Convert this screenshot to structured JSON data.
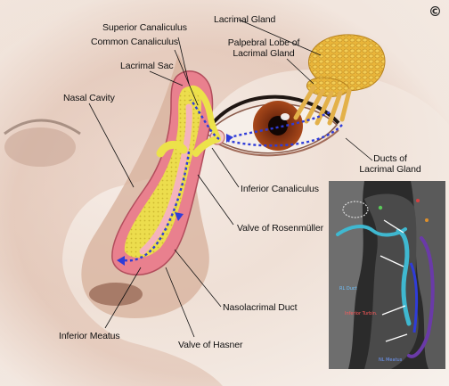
{
  "copyright": "©",
  "labels": {
    "lacrimal_gland": "Lacrimal Gland",
    "superior_canaliculus": "Superior Canaliculus",
    "common_canaliculus": "Common Canaliculus",
    "palpebral_lobe_1": "Palpebral Lobe of",
    "palpebral_lobe_2": "Lacrimal Gland",
    "lacrimal_sac": "Lacrimal Sac",
    "nasal_cavity": "Nasal Cavity",
    "ducts_1": "Ducts of",
    "ducts_2": "Lacrimal Gland",
    "inferior_canaliculus": "Inferior Canaliculus",
    "valve_rosenmuller": "Valve of Rosenmüller",
    "nasolacrimal_duct": "Nasolacrimal Duct",
    "inferior_meatus": "Inferior Meatus",
    "valve_hasner": "Valve of Hasner"
  },
  "colors": {
    "duct_pink": "#e9808e",
    "duct_inner": "#f4b3bd",
    "mucosa_yellow": "#ece24a",
    "gland_orange": "#e9b53a",
    "flow_blue": "#2f3cd8",
    "inset_bg": "#2b2b2b",
    "inset_cyan": "#3fb8d0",
    "inset_purple": "#6a3aa8"
  },
  "inset": {
    "annotations": [
      "RL Duct",
      "Inferior Turbin.",
      "NL Meatus"
    ]
  }
}
